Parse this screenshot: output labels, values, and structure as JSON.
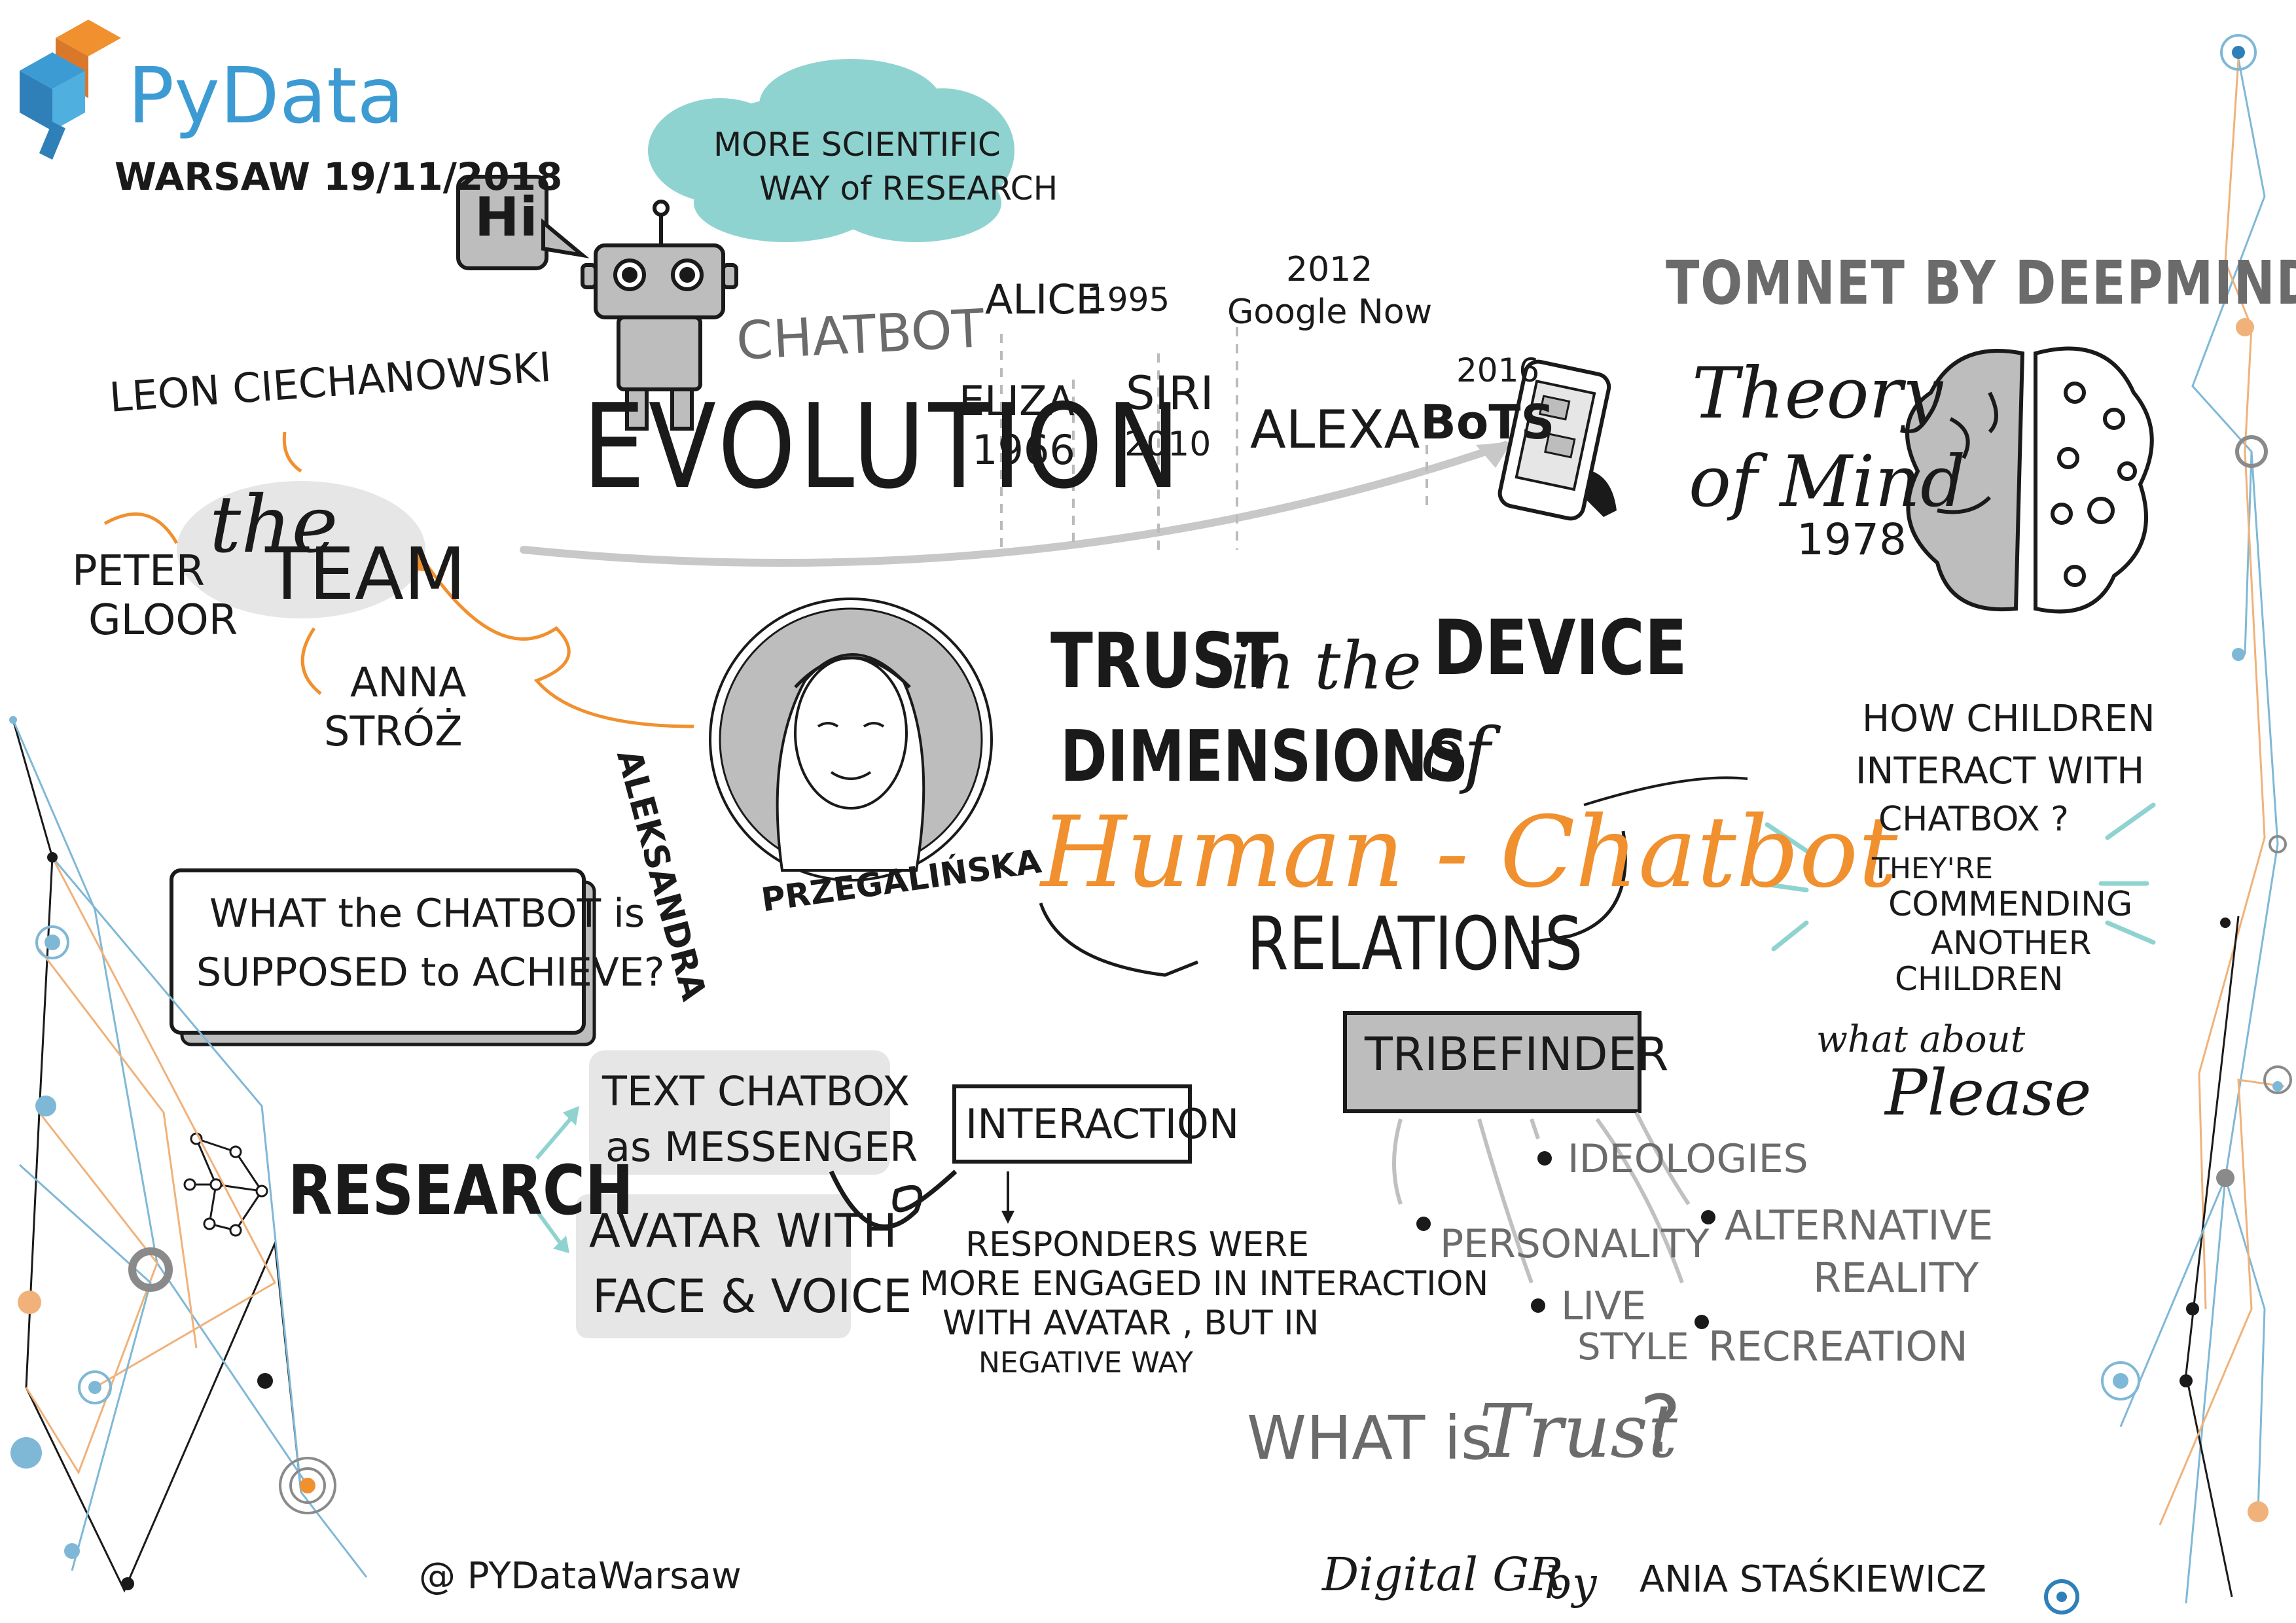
{
  "brand": {
    "logo_text": "PyData",
    "event": "WARSAW 19/11/2018"
  },
  "greeting": "Hi",
  "cloud": {
    "line1": "MORE SCIENTIFIC",
    "line2": "WAY of RESEARCH"
  },
  "evolution": {
    "label_top": "CHATBOT",
    "label_main": "EVOLUTION",
    "timeline": [
      {
        "name": "ALICE",
        "year": "1995"
      },
      {
        "name": "2012",
        "year": "Google Now"
      },
      {
        "name": "ELIZA",
        "year": "1966"
      },
      {
        "name": "SIRI",
        "year": "2010"
      },
      {
        "name": "ALEXA",
        "year": ""
      },
      {
        "name": "2016",
        "year": "BoTS"
      }
    ]
  },
  "tomnet": {
    "title": "TOMNET BY DEEPMIND",
    "line1": "Theory",
    "line2": "of Mind",
    "year": "1978"
  },
  "team": {
    "label_the": "the",
    "label_team": "TEAM",
    "members": [
      "LEON CIECHANOWSKI",
      "PETER",
      "GLOOR",
      "ANNA",
      "STRÓŻ"
    ]
  },
  "speaker": {
    "first": "ALEKSANDRA",
    "last": "PRZEGALIŃSKA"
  },
  "headline": {
    "line1_a": "TRUST",
    "line1_b": "in the",
    "line1_c": "DEVICE",
    "line2_a": "DIMENSIONS",
    "line2_b": "of",
    "line3": "Human - Chatbot",
    "line4": "RELATIONS"
  },
  "children": {
    "line1": "HOW CHILDREN",
    "line2": "INTERACT WITH",
    "line3": "CHATBOX ?",
    "line4": "THEY'RE",
    "line5": "COMMENDING",
    "line6": "ANOTHER",
    "line7": "CHILDREN",
    "about": "what about",
    "please": "Please"
  },
  "question_box": {
    "line1": "WHAT the CHATBOT is",
    "line2": "SUPPOSED to ACHIEVE?"
  },
  "research": {
    "label": "RESEARCH",
    "option1_line1": "TEXT CHATBOX",
    "option1_line2": "as MESSENGER",
    "option2_line1": "AVATAR WITH",
    "option2_line2": "FACE & VOICE",
    "interaction": "INTERACTION",
    "finding1": "RESPONDERS WERE",
    "finding2": "MORE ENGAGED IN INTERACTION",
    "finding3": "WITH AVATAR , BUT IN",
    "finding4": "NEGATIVE WAY"
  },
  "tribefinder": {
    "title": "TRIBEFINDER",
    "items": [
      "IDEOLOGIES",
      "PERSONALITY",
      "ALTERNATIVE",
      "REALITY",
      "LIVE",
      "STYLE",
      "RECREATION"
    ]
  },
  "trust_question": {
    "a": "WHAT is",
    "b": "Trust",
    "c": "?"
  },
  "footer": {
    "handle": "@ PYDataWarsaw",
    "credit_a": "Digital GR",
    "credit_b": "by",
    "credit_c": "ANIA STAŚKIEWICZ"
  },
  "colors": {
    "orange": "#f0902e",
    "teal": "#8fd3d1",
    "blue": "#2f7fb8",
    "gray": "#6b6b6b",
    "light_gray": "#e6e6e6",
    "ink": "#1a1a1a"
  }
}
